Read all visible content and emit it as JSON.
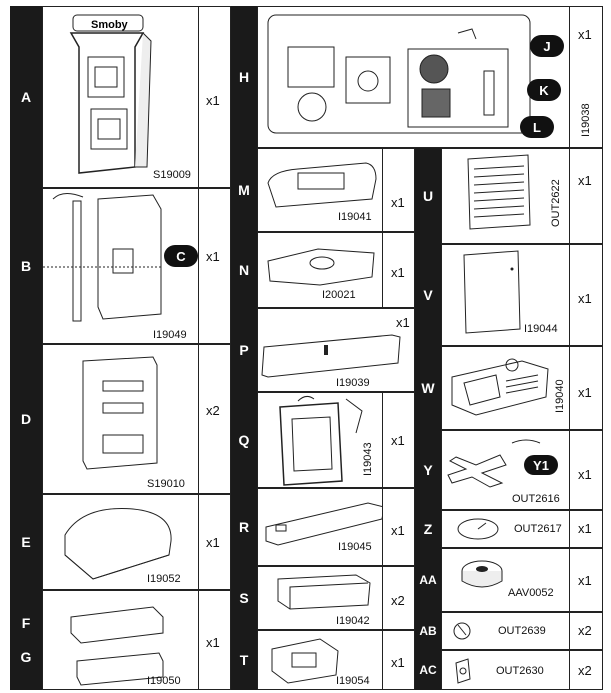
{
  "parts": [
    {
      "label": "A",
      "code": "S19009",
      "qty": "x1"
    },
    {
      "label": "B",
      "code": "I19049",
      "qty": "x1",
      "callout": "C"
    },
    {
      "label": "D",
      "code": "S19010",
      "qty": "x2"
    },
    {
      "label": "E",
      "code": "I19052",
      "qty": "x1"
    },
    {
      "label": "F",
      "label2": "G",
      "code": "I19050",
      "qty": "x1"
    },
    {
      "label": "H",
      "code": "I19038",
      "qty": "x1",
      "callouts": [
        "J",
        "K",
        "L"
      ]
    },
    {
      "label": "M",
      "code": "I19041",
      "qty": "x1"
    },
    {
      "label": "N",
      "code": "I20021",
      "qty": "x1"
    },
    {
      "label": "P",
      "code": "I19039",
      "qty": "x1"
    },
    {
      "label": "Q",
      "code": "I19043",
      "qty": "x1"
    },
    {
      "label": "R",
      "code": "I19045",
      "qty": "x1"
    },
    {
      "label": "S",
      "code": "I19042",
      "qty": "x2"
    },
    {
      "label": "T",
      "code": "I19054",
      "qty": "x1"
    },
    {
      "label": "U",
      "code": "OUT2622",
      "qty": "x1"
    },
    {
      "label": "V",
      "code": "I19044",
      "qty": "x1"
    },
    {
      "label": "W",
      "code": "I19040",
      "qty": "x1"
    },
    {
      "label": "Y",
      "code": "OUT2616",
      "qty": "x1",
      "callout": "Y1"
    },
    {
      "label": "Z",
      "code": "OUT2617",
      "qty": "x1"
    },
    {
      "label": "AA",
      "code": "AAV0052",
      "qty": "x1"
    },
    {
      "label": "AB",
      "code": "OUT2639",
      "qty": "x2"
    },
    {
      "label": "AC",
      "code": "OUT2630",
      "qty": "x2"
    }
  ],
  "brand_logo_text": "Smoby"
}
